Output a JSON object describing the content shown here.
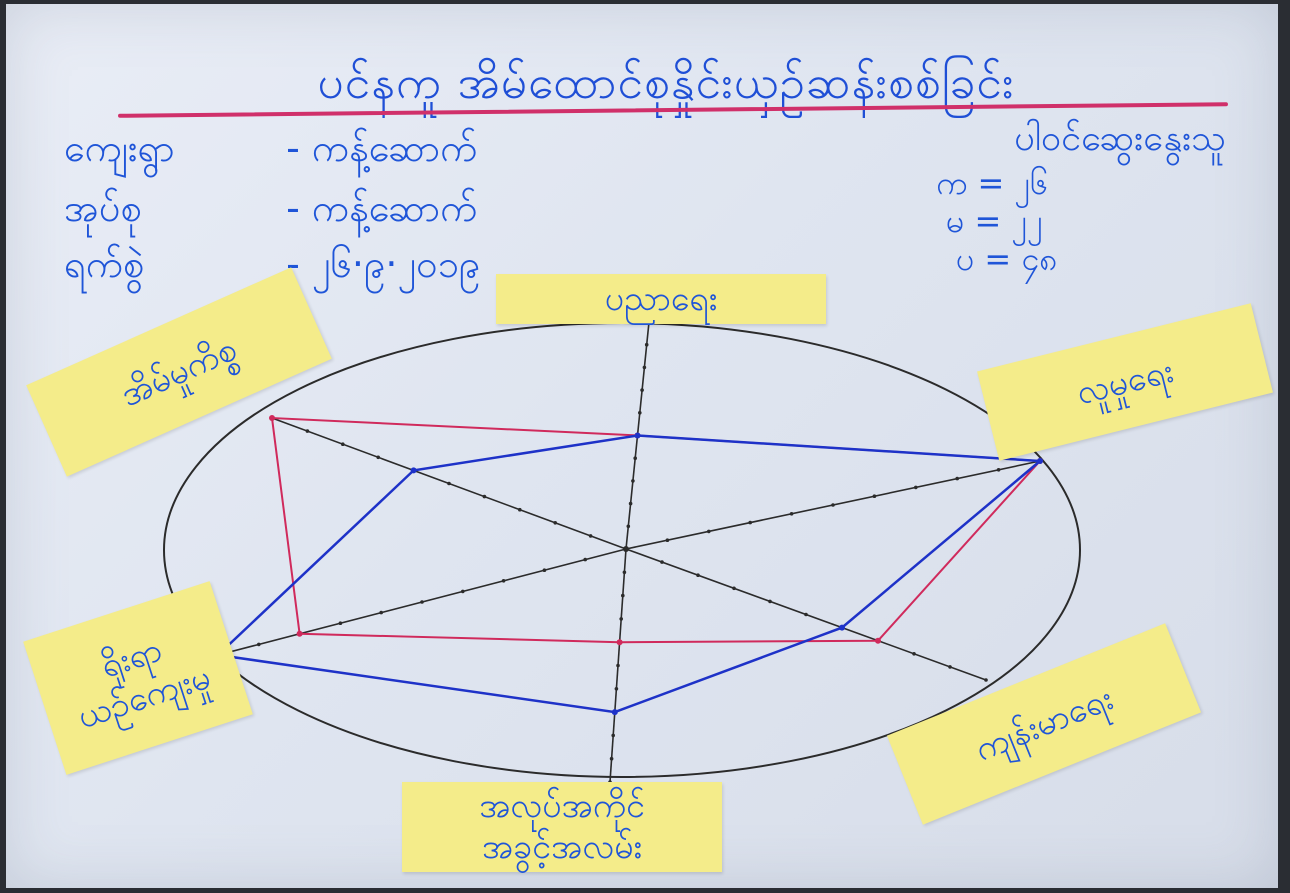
{
  "poster": {
    "title": "ပင်နကူ အိမ်ထောင်စုနှိုင်းယှဉ်ဆန်းစစ်ခြင်း",
    "village_label": "ကျေးရွာ",
    "village_value": "- ကန့်ဆောက်",
    "group_label": "အုပ်စု",
    "group_value": "- ကန့်ဆောက်",
    "date_label": "ရက်စွဲ",
    "date_value": "- ၂၆·၉·၂၀၁၉",
    "legend_title": "ပါဝင်ဆွေးနွေးသူ",
    "legend": [
      {
        "key": "က",
        "value": "= ၂၆"
      },
      {
        "key": "မ",
        "value": "= ၂၂"
      },
      {
        "key": "ပ",
        "value": "= ၄၈"
      }
    ]
  },
  "axes": [
    {
      "label": "ပညာရေး",
      "red": 5,
      "blue": 5
    },
    {
      "label": "လူမှုရေး",
      "red": 10,
      "blue": 10
    },
    {
      "label": "ကျန်းမာရေး",
      "red": 7,
      "blue": 6
    },
    {
      "label": "အလုပ်အကိုင် အခွင့်အလမ်း",
      "red": 4,
      "blue": 7
    },
    {
      "label": "ရိုးရာယဉ်ကျေးမှု",
      "red": 8,
      "blue": 10
    },
    {
      "label": "အိမ်မှုကိစ္စ",
      "red": 10,
      "blue": 6
    }
  ],
  "colors": {
    "red_line": "#d02a5c",
    "blue_line": "#1e32c8",
    "axis_ink": "#2b2b2b",
    "card_yellow": "#f4ec8a",
    "marker_blue": "#1f55d8"
  }
}
